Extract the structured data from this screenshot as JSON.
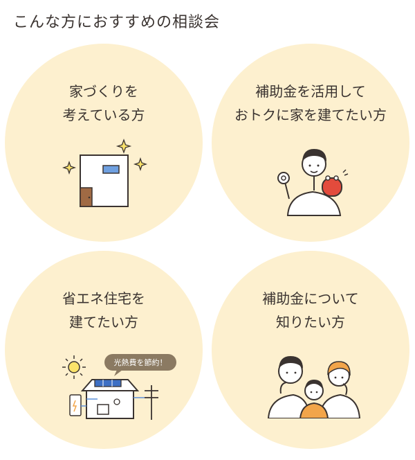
{
  "heading": "こんな方におすすめの相談会",
  "cards": [
    {
      "line1": "家づくりを",
      "line2": "考えている方"
    },
    {
      "line1": "補助金を活用して",
      "line2": "おトクに家を建てたい方"
    },
    {
      "line1": "省エネ住宅を",
      "line2": "建てたい方",
      "bubble": "光熱費を節約！"
    },
    {
      "line1": "補助金について",
      "line2": "知りたい方"
    }
  ],
  "colors": {
    "circle": "#fdf0cf",
    "text": "#3a3330",
    "accent_blue": "#5b8fd8",
    "accent_orange": "#f2a54a",
    "accent_red": "#e34b3c",
    "accent_brown": "#8a5a3c",
    "bubble": "#8b7a62"
  }
}
